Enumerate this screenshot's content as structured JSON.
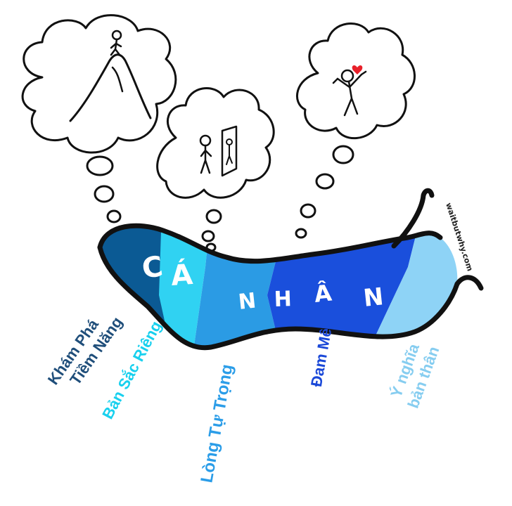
{
  "title": {
    "letters": [
      "C",
      "Á",
      "N",
      "H",
      "Â",
      "N"
    ]
  },
  "labels": [
    {
      "id": "kham-pha",
      "lines": [
        "Khám Phá",
        "Tiềm Năng"
      ],
      "color": "#1f4e7a"
    },
    {
      "id": "ban-sac",
      "lines": [
        "Bản Sắc Riêng"
      ],
      "color": "#18d0ee"
    },
    {
      "id": "long-tu-trong",
      "lines": [
        "Lòng Tự Trọng"
      ],
      "color": "#2b9de8"
    },
    {
      "id": "dam-me",
      "lines": [
        "Đam Mê"
      ],
      "color": "#1a48d8"
    },
    {
      "id": "y-nghia",
      "lines": [
        "Ý nghĩa",
        "bản thân"
      ],
      "color": "#86cdf0"
    }
  ],
  "watermark": "waitbutwhy.com",
  "colors": {
    "segment_1": "#0b5a94",
    "segment_2": "#30d2f2",
    "segment_3": "#2b9be4",
    "segment_4": "#1a4fdc",
    "segment_5": "#8ed3f6",
    "outline": "#111111"
  }
}
